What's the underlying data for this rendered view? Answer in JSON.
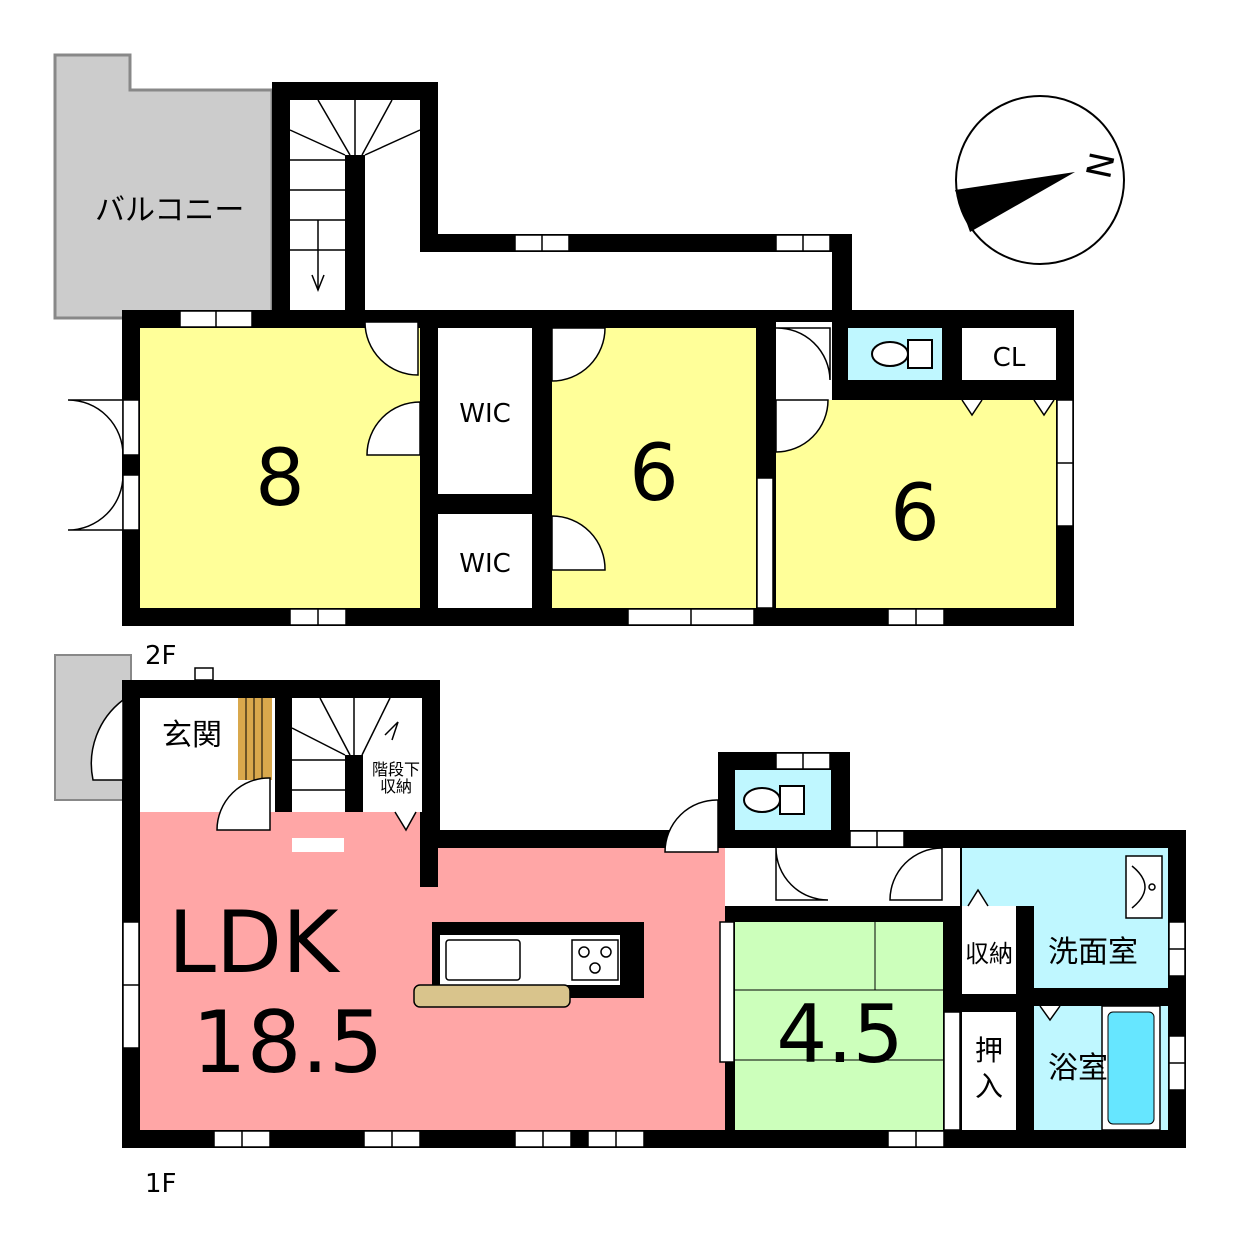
{
  "floors": {
    "second": {
      "label": "2F",
      "balcony": "バルコニー",
      "rooms": [
        {
          "id": "room-8",
          "size": "8"
        },
        {
          "id": "room-6-center",
          "size": "6"
        },
        {
          "id": "room-6-right",
          "size": "6"
        }
      ],
      "wic_top": "WIC",
      "wic_bottom": "WIC",
      "closet": "CL"
    },
    "first": {
      "label": "1F",
      "entrance": "玄関",
      "under_stairs_line1": "階段下",
      "under_stairs_line2": "収納",
      "ldk_title": "LDK",
      "ldk_size": "18.5",
      "tatami_size": "4.5",
      "storage": "収納",
      "washroom": "洗面室",
      "closet_line1": "押",
      "closet_line2": "入",
      "bath": "浴室"
    }
  },
  "compass": {
    "north": "N"
  },
  "colors": {
    "wall": "#000000",
    "bedroom": "#ffff99",
    "ldk": "#ffa6a6",
    "tatami": "#ccffbb",
    "water": "#bff7ff",
    "balcony": "#cccccc",
    "bath_tub": "#66e6ff",
    "counter": "#d9c48c"
  }
}
